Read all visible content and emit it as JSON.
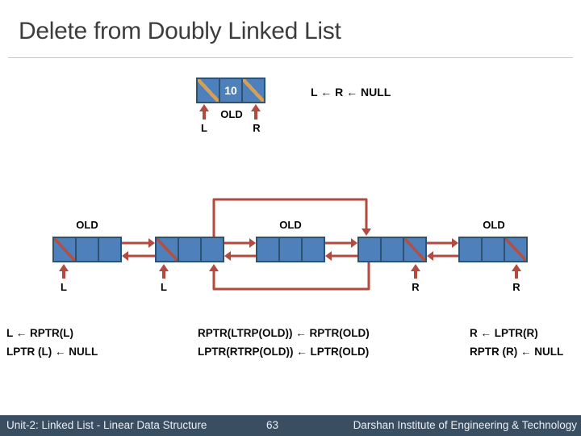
{
  "title": "Delete from Doubly Linked List",
  "top_diagram": {
    "value": "10",
    "left_pointer": "L",
    "node_label": "OLD",
    "right_pointer": "R",
    "assignment": "L ← R ← NULL"
  },
  "middle_diagram": {
    "node_labels": [
      "OLD",
      "OLD",
      "OLD"
    ],
    "left_pointers": [
      "L",
      "L"
    ],
    "right_pointers": [
      "R",
      "R"
    ]
  },
  "statements": {
    "left": [
      "L ← RPTR(L)",
      "LPTR (L) ← NULL"
    ],
    "center": [
      "RPTR(LTRP(OLD)) ← RPTR(OLD)",
      "LPTR(RTRP(OLD)) ← LPTR(OLD)"
    ],
    "right": [
      "R ← LPTR(R)",
      "RPTR (R) ← NULL"
    ]
  },
  "footer": {
    "course": "Unit-2: Linked List - Linear Data Structure",
    "page": "63",
    "institute": "Darshan Institute of Engineering & Technology"
  },
  "colors": {
    "node_fill": "#4e81bb",
    "node_border": "#2e5272",
    "arrow_red": "#b34a40",
    "slash_tan": "#d79e56",
    "slash_red": "#ad5249",
    "footer_bg": "#3a4e61"
  }
}
